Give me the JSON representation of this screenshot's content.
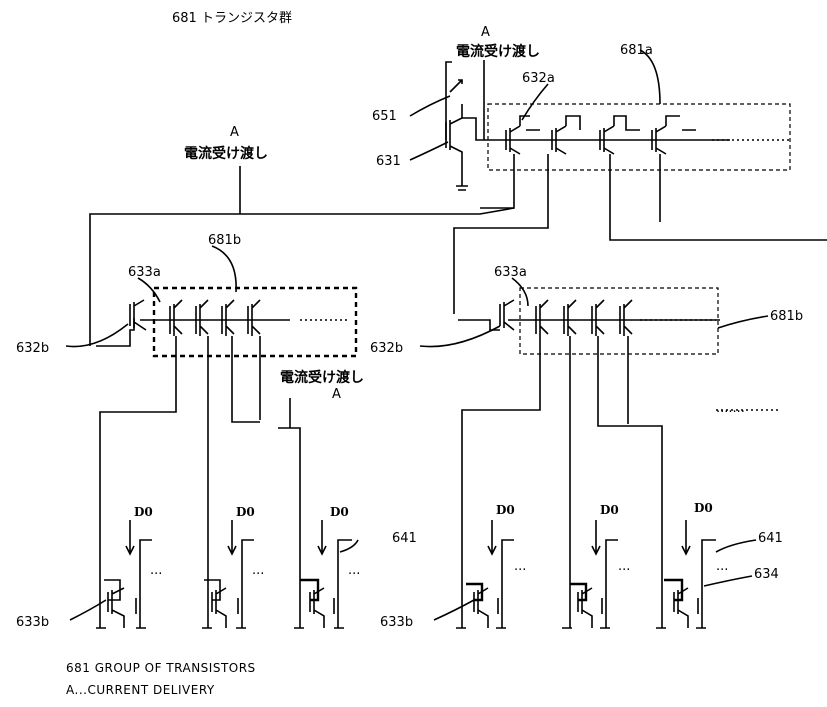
{
  "title": "681 トランジスタ群",
  "labels": {
    "current_delivery": "電流受け渡し",
    "a": "A",
    "t681a": "681a",
    "t681b": "681b",
    "t632a": "632a",
    "t632b": "632b",
    "t633a": "633a",
    "t633b": "633b",
    "t631": "631",
    "t651": "651",
    "t641": "641",
    "t634": "634",
    "d0": "D0",
    "ellipsis": "···",
    "more": "......."
  },
  "caption": {
    "line1": "681 GROUP OF TRANSISTORS",
    "line2": "A...CURRENT DELIVERY"
  }
}
